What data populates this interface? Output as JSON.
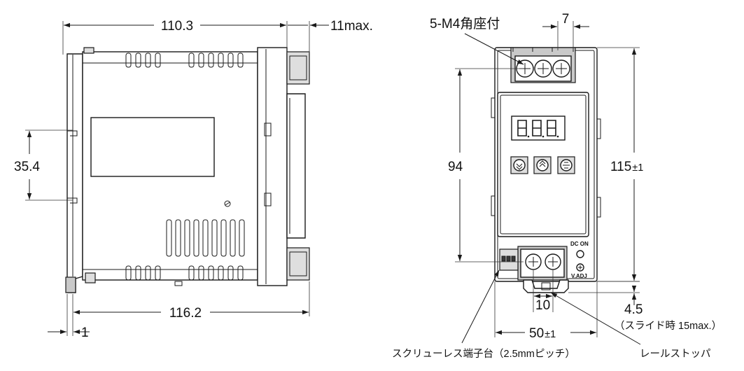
{
  "dimensions": {
    "side_top_width": "110.3",
    "side_top_max": "11max.",
    "side_rail_height": "35.4",
    "side_bottom_width": "116.2",
    "side_bottom_offset": "1",
    "front_terminal_pitch": "7",
    "front_height_inner": "94",
    "front_height_total": "115",
    "front_height_tol": "±1",
    "front_bottom_pitch": "10",
    "front_bottom_gap": "4.5",
    "front_slide_note": "（スライド時 15max.）",
    "front_width": "50",
    "front_width_tol": "±1"
  },
  "labels": {
    "top_terminal": "5-M4角座付",
    "screwless_terminal": "スクリューレス端子台（2.5mmピッチ）",
    "rail_stopper": "レールストッパ",
    "dc_on": "DC ON",
    "v_adj": "V.ADJ"
  },
  "colors": {
    "line": "#1a1a1a",
    "fill_gray": "#c9c9c9",
    "fill_light": "#dedede"
  }
}
